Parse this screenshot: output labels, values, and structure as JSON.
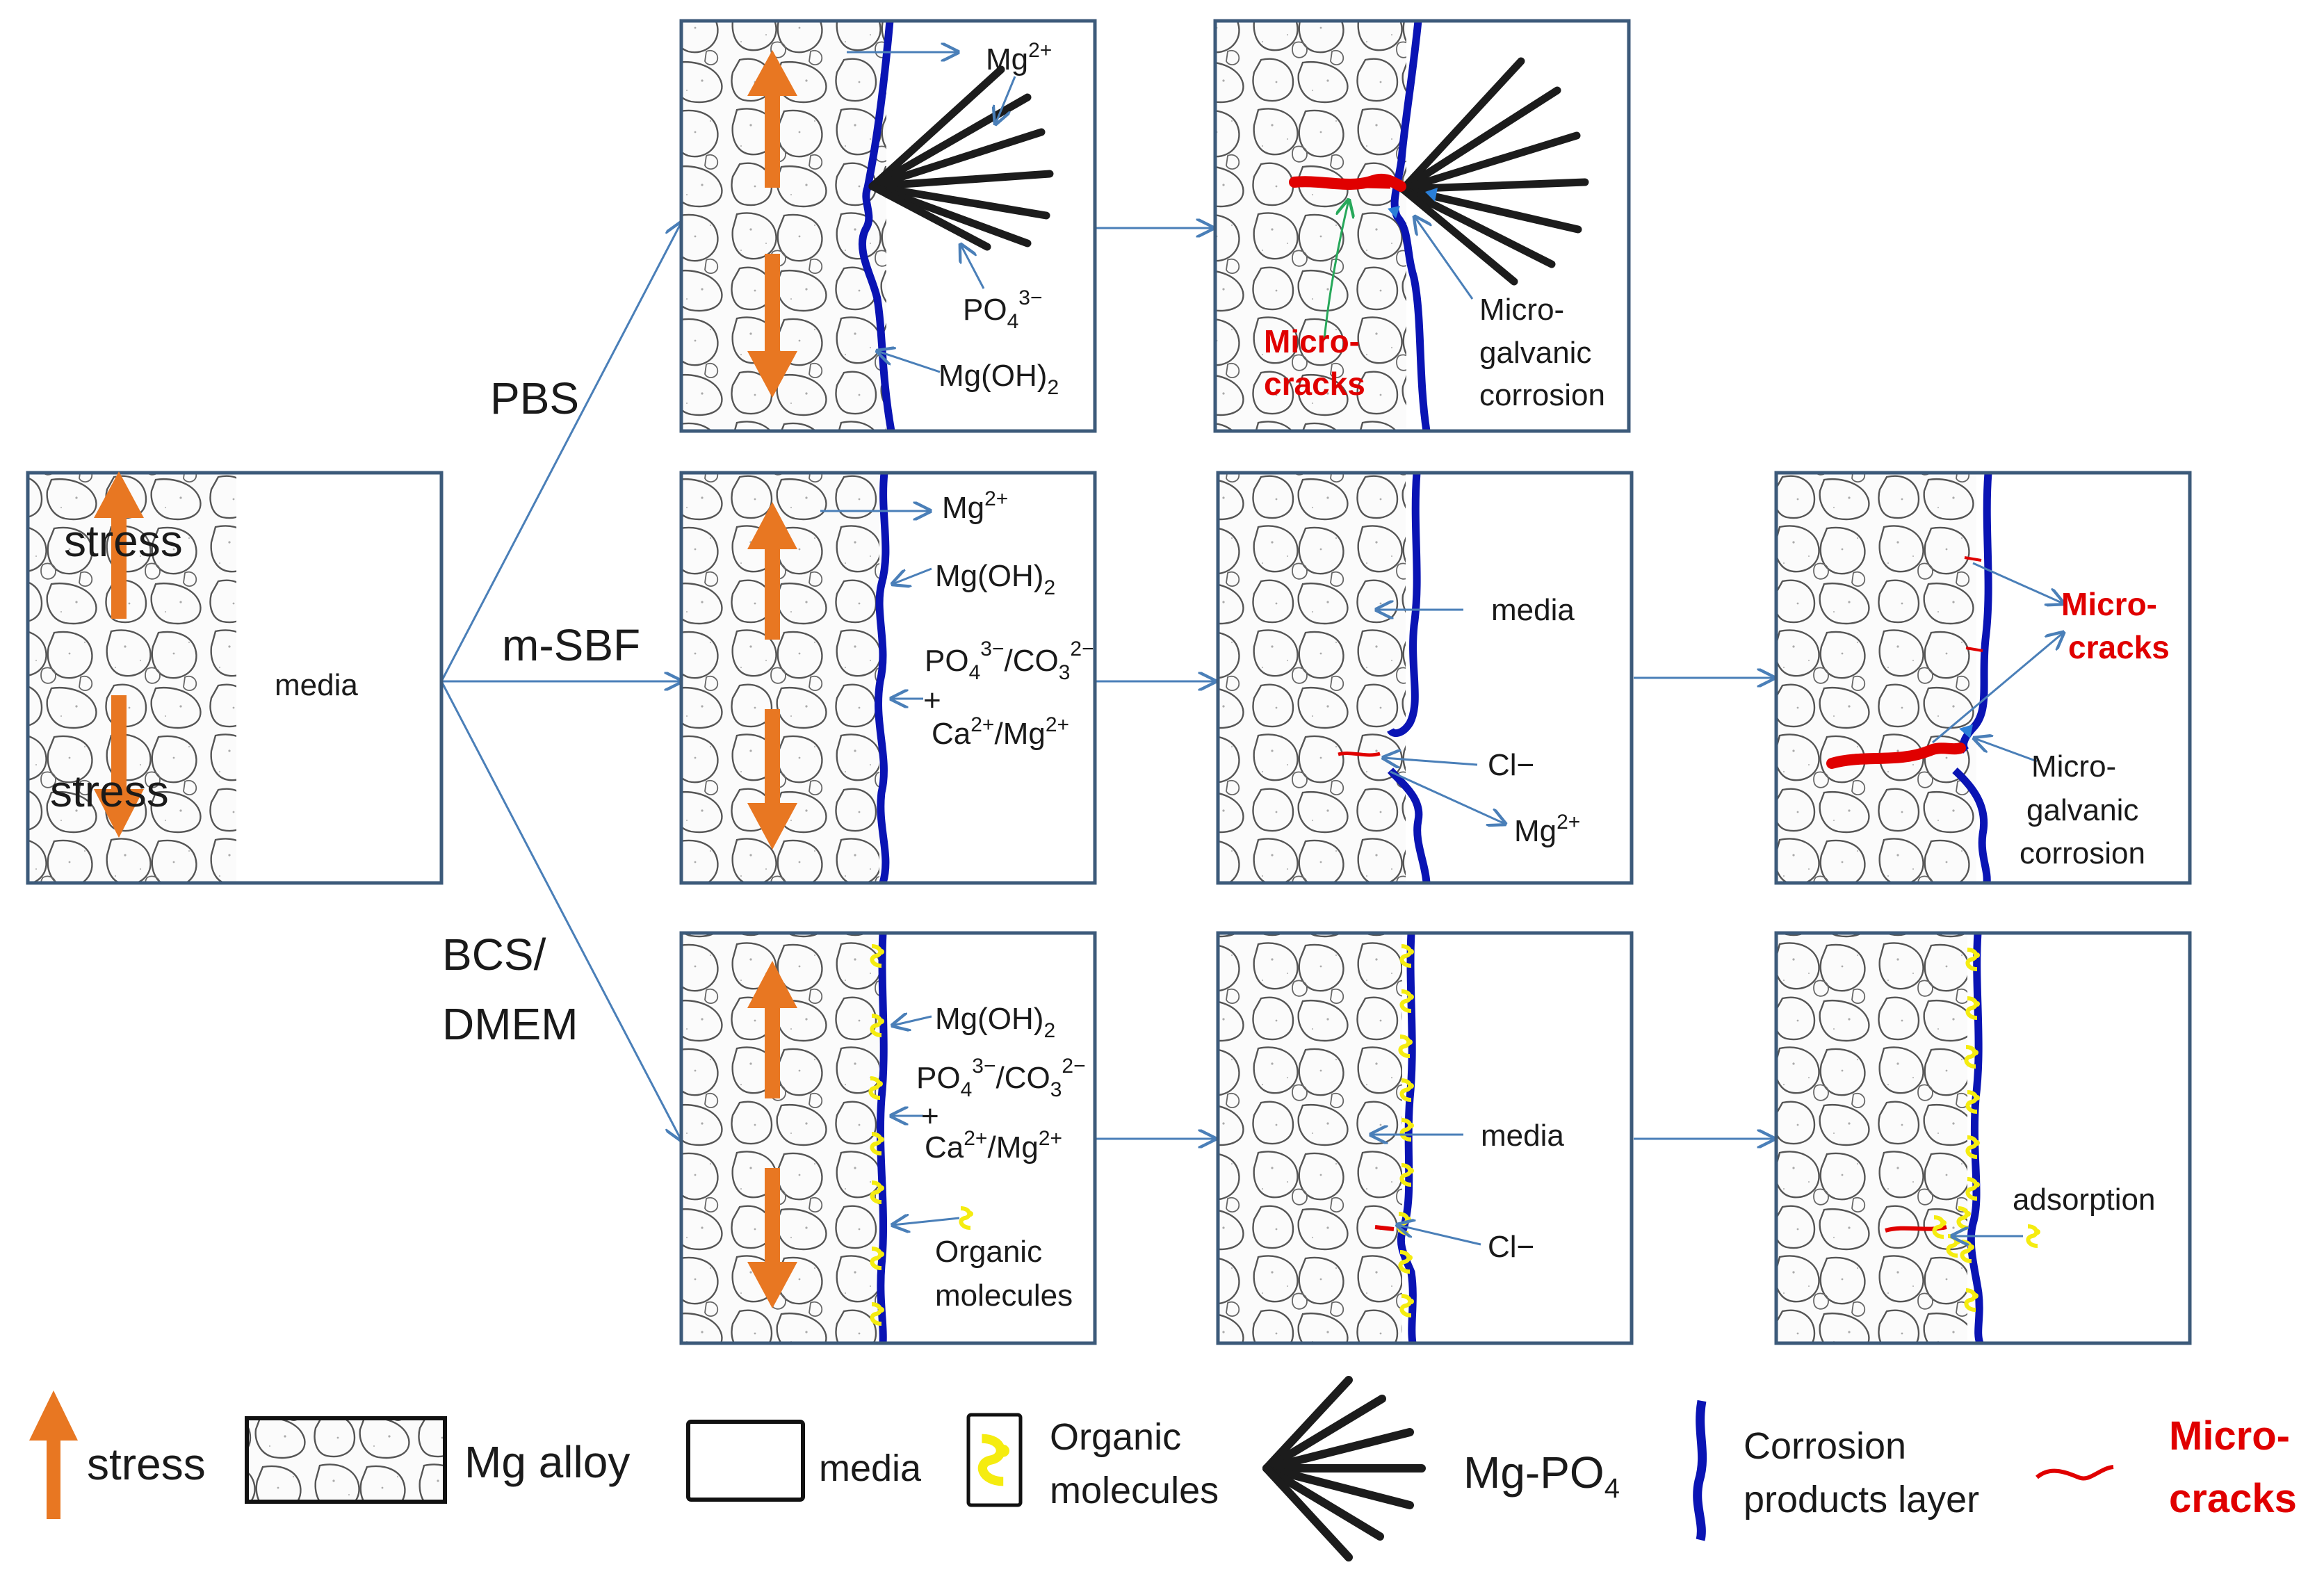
{
  "initial_panel": {
    "stress_top": "stress",
    "stress_bottom": "stress",
    "media": "media"
  },
  "branches": {
    "pbs": "PBS",
    "msbf": "m-SBF",
    "bcs_line1": "BCS/",
    "bcs_line2": "DMEM"
  },
  "pbs_row": {
    "p1": {
      "mg": "Mg",
      "mg_charge": "2+",
      "po": "PO",
      "po_sub": "4",
      "po_sup": "3−",
      "mgoh": "Mg(OH)",
      "mgoh_sub": "2"
    },
    "p2": {
      "micro_line1": "Micro-",
      "micro_line2": "cracks",
      "galv_line1": "Micro-",
      "galv_line2": "galvanic",
      "galv_line3": "corrosion"
    }
  },
  "msbf_row": {
    "p1": {
      "mg": "Mg",
      "mg_charge": "2+",
      "mgoh": "Mg(OH)",
      "mgoh_sub": "2",
      "po": "PO",
      "po_sub": "4",
      "po_sup": "3−",
      "co_sep": "/CO",
      "co_sub": "3",
      "co_sup": "2−",
      "plus": "+",
      "ca": "Ca",
      "ca_charge": "2+",
      "mg2": "/Mg",
      "mg2_charge": "2+"
    },
    "p2": {
      "media": "media",
      "cl": "Cl−",
      "mg": "Mg",
      "mg_charge": "2+"
    },
    "p3": {
      "micro_line1": "Micro-",
      "micro_line2": "cracks",
      "galv_line1": "Micro-",
      "galv_line2": "galvanic",
      "galv_line3": "corrosion"
    }
  },
  "bcs_row": {
    "p1": {
      "mgoh": "Mg(OH)",
      "mgoh_sub": "2",
      "po": "PO",
      "po_sub": "4",
      "po_sup": "3−",
      "co_sep": "/CO",
      "co_sub": "3",
      "co_sup": "2−",
      "plus": "+",
      "ca": "Ca",
      "ca_charge": "2+",
      "mg2": "/Mg",
      "mg2_charge": "2+",
      "org_line1": "Organic",
      "org_line2": "molecules"
    },
    "p2": {
      "media": "media",
      "cl": "Cl−"
    },
    "p3": {
      "adsorption": "adsorption"
    }
  },
  "legend": {
    "stress": "stress",
    "mg_alloy": "Mg alloy",
    "media": "media",
    "organic_line1": "Organic",
    "organic_line2": "molecules",
    "mgpo": "Mg-PO",
    "mgpo_sub": "4",
    "corrosion_line1": "Corrosion",
    "corrosion_line2": "products layer",
    "micro_line1": "Micro-",
    "micro_line2": "cracks"
  },
  "colors": {
    "stress_arrow": "#e87722",
    "corrosion_layer": "#0a14b4",
    "micro_cracks": "#e00000",
    "flow_arrow": "#4a7fb8",
    "mg_po4": "#1c1c1c",
    "organic": "#f5ec10"
  }
}
